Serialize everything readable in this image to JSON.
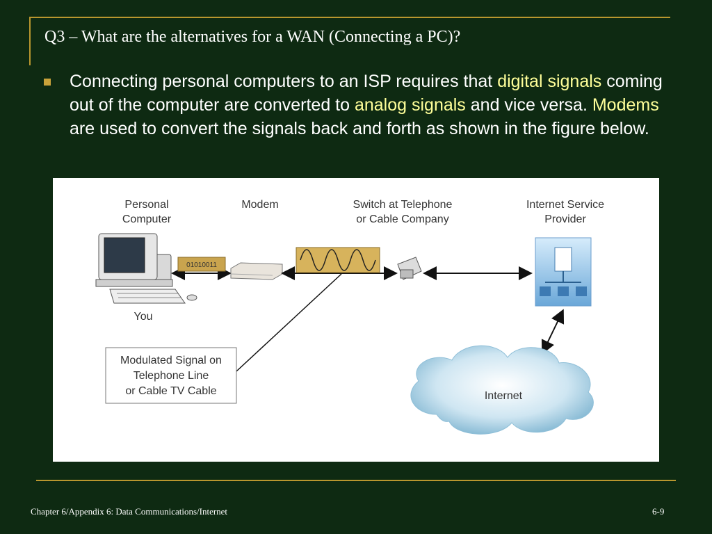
{
  "slide": {
    "title": "Q3 – What are the alternatives for a WAN (Connecting a PC)?",
    "bullet": {
      "t1": "Connecting personal computers to an ISP requires that ",
      "t2": "digital signals",
      "t3": " coming out of the computer are converted to ",
      "t4": "analog signals",
      "t5": " and vice versa. ",
      "t6": "Modems",
      "t7": " are used to convert the signals back and forth as shown in the figure below."
    },
    "footer_left": "Chapter 6/Appendix 6: Data Communications/Internet",
    "footer_right": "6-9"
  },
  "figure": {
    "pc_label_1": "Personal",
    "pc_label_2": "Computer",
    "modem_label": "Modem",
    "switch_label_1": "Switch at Telephone",
    "switch_label_2": "or Cable Company",
    "isp_label_1": "Internet Service",
    "isp_label_2": "Provider",
    "you_label": "You",
    "binary": "01010011",
    "callout_1": "Modulated Signal on",
    "callout_2": "Telephone Line",
    "callout_3": "or Cable TV Cable",
    "internet_label": "Internet"
  },
  "colors": {
    "background": "#0e2a12",
    "accent_gold": "#b8962e",
    "highlight": "#ffff99"
  }
}
